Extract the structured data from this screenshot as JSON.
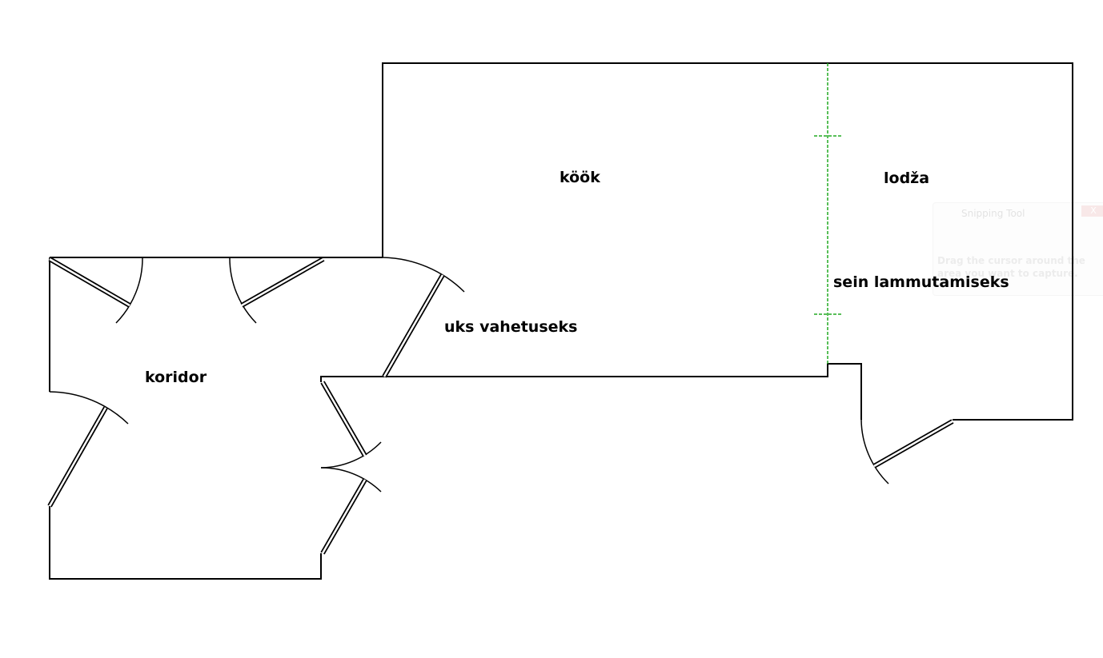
{
  "rooms": {
    "kitchen": "köök",
    "loggia": "lodža",
    "corridor": "koridor"
  },
  "annotations": {
    "wall_demolition": "sein lammutamiseks",
    "door_replacement": "uks vahetuseks"
  },
  "colors": {
    "wall": "#000000",
    "demolition_line": "#22aa22"
  },
  "snipping_tool": {
    "title": "Snipping Tool",
    "close": "X",
    "message": "Drag the cursor around the area you want to capture."
  }
}
